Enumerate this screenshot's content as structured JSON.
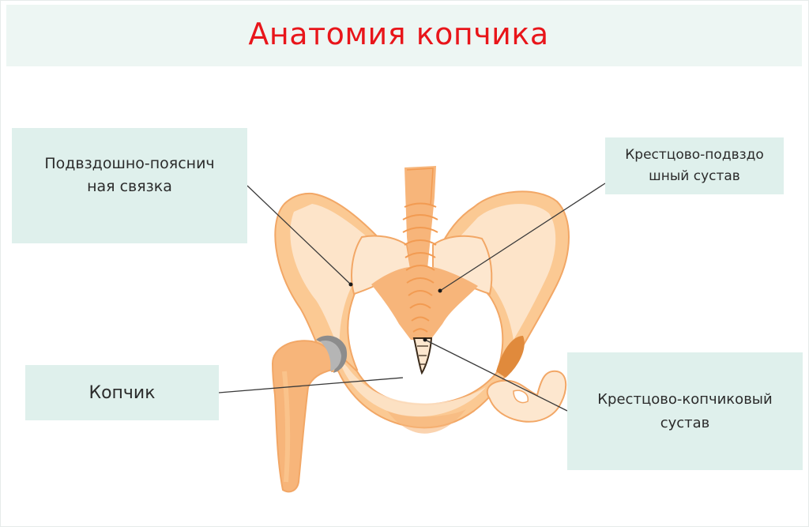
{
  "header": {
    "title": "Анатомия копчика"
  },
  "labels": {
    "iliolumbar_ligament": "Подвздошно-пояснич\nная связка",
    "sacroiliac_joint": "Крестцово-подвздо\nшный сустав",
    "coccyx": "Копчик",
    "sacrococcygeal_joint": "Крестцово-копчиковый\nсустав"
  },
  "colors": {
    "title": "#e8151a",
    "label_box": "#dff0ec",
    "title_bar": "#edf6f3",
    "bone_fill": "#fbc993",
    "bone_light": "#fde7cf",
    "bone_outline": "#f2a766",
    "spine": "#f7b57a",
    "cartilage": "#8c8c8c",
    "shadow": "#e08a3c"
  }
}
